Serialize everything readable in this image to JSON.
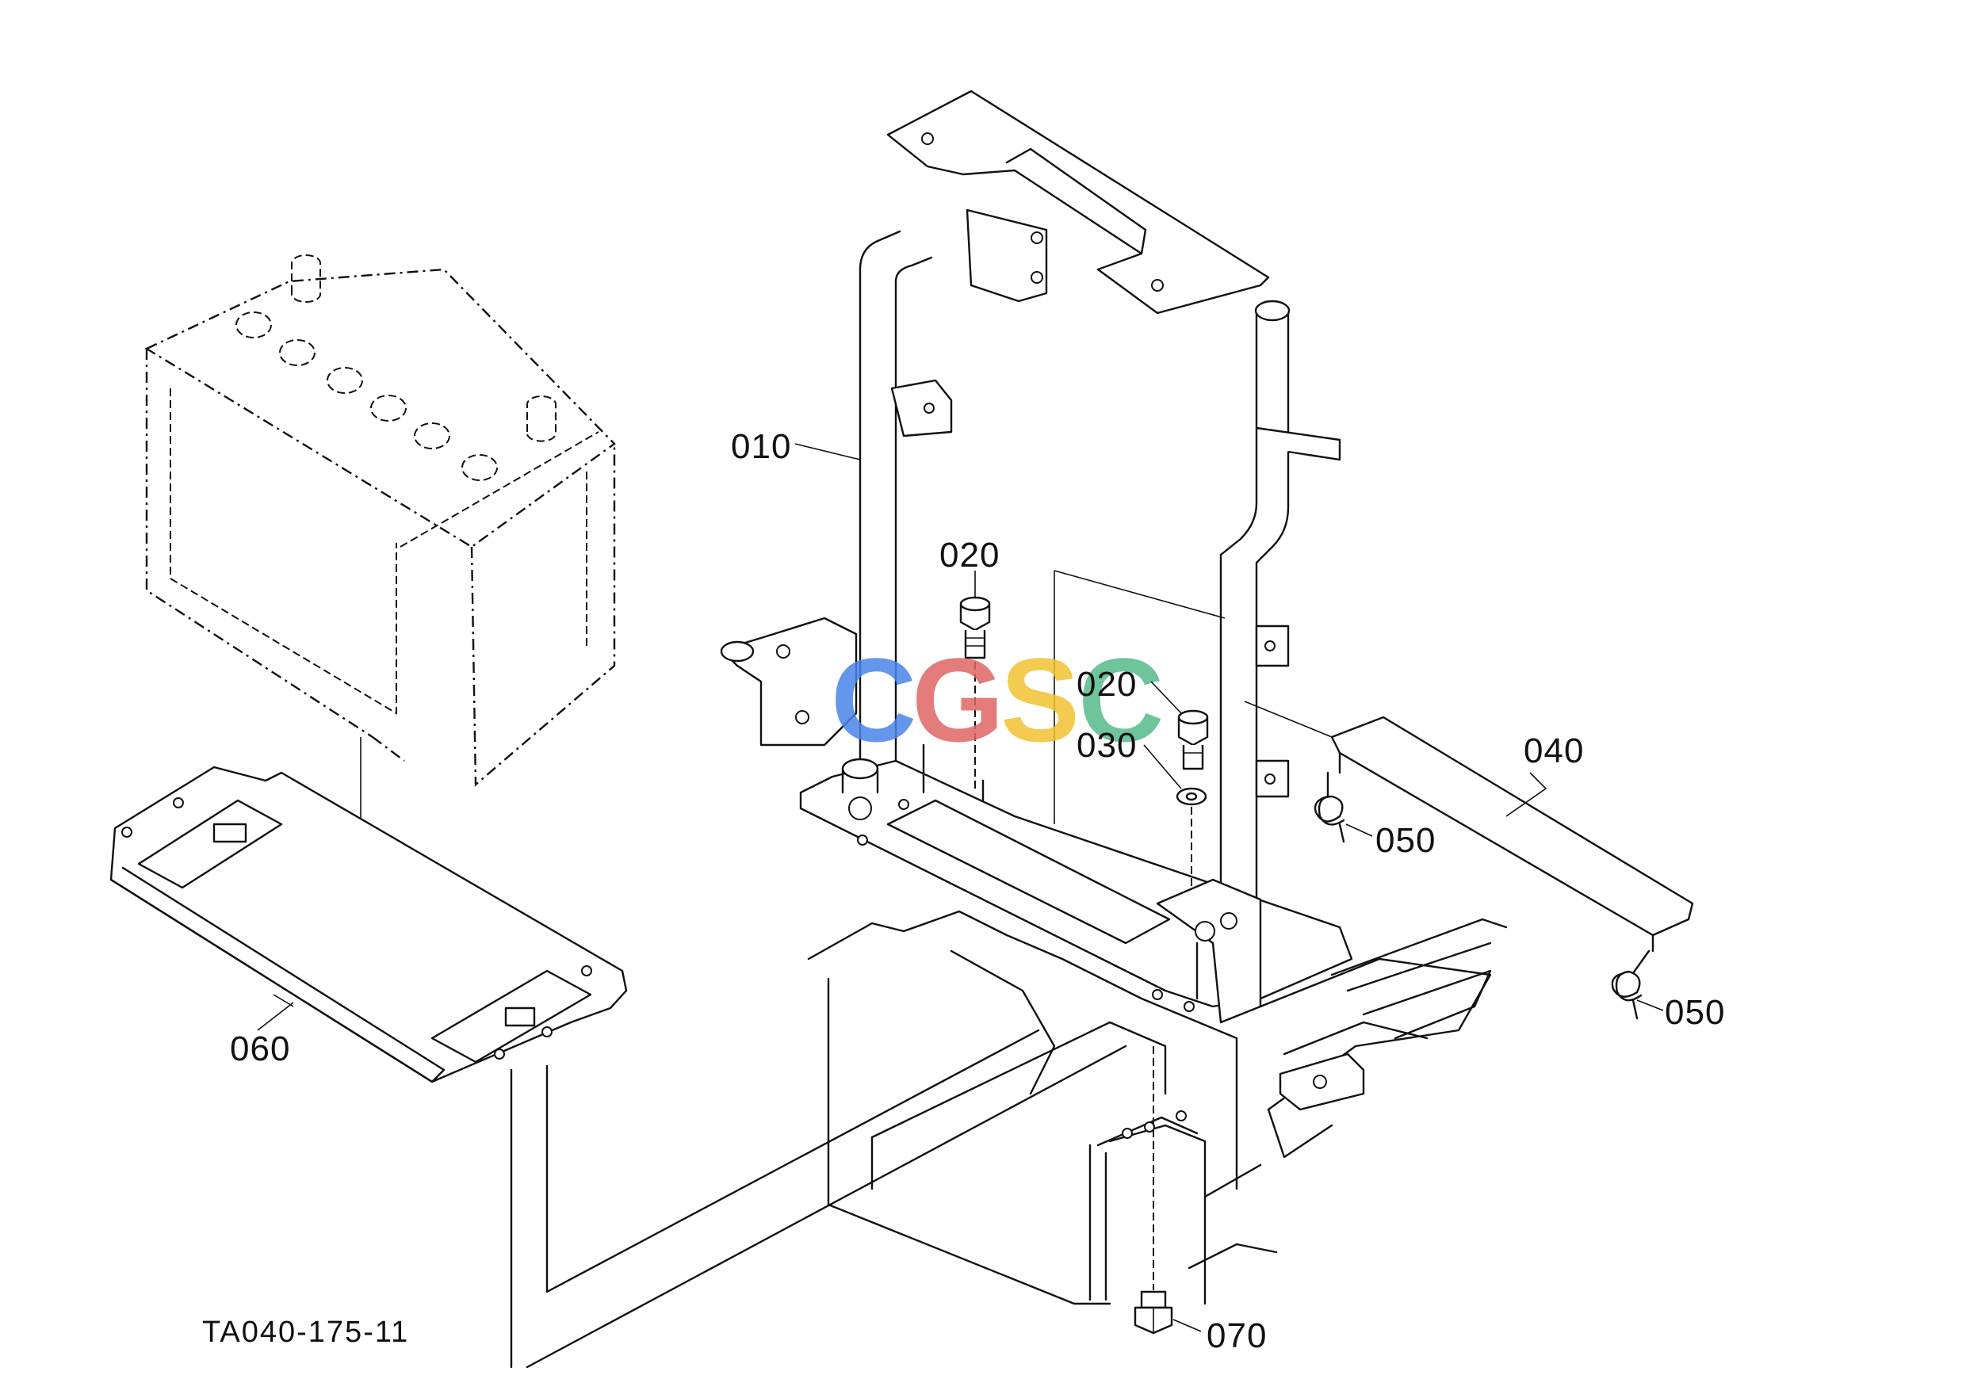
{
  "watermark": {
    "letters": [
      "C",
      "G",
      "S",
      "C"
    ],
    "colors": [
      "#4a86e8",
      "#e06666",
      "#f1c232",
      "#57bb8a"
    ]
  },
  "callouts": {
    "p010": "010",
    "p020a": "020",
    "p020b": "020",
    "p030": "030",
    "p040": "040",
    "p050a": "050",
    "p050b": "050",
    "p060": "060",
    "p070": "070"
  },
  "drawing_code": "TA040-175-11"
}
